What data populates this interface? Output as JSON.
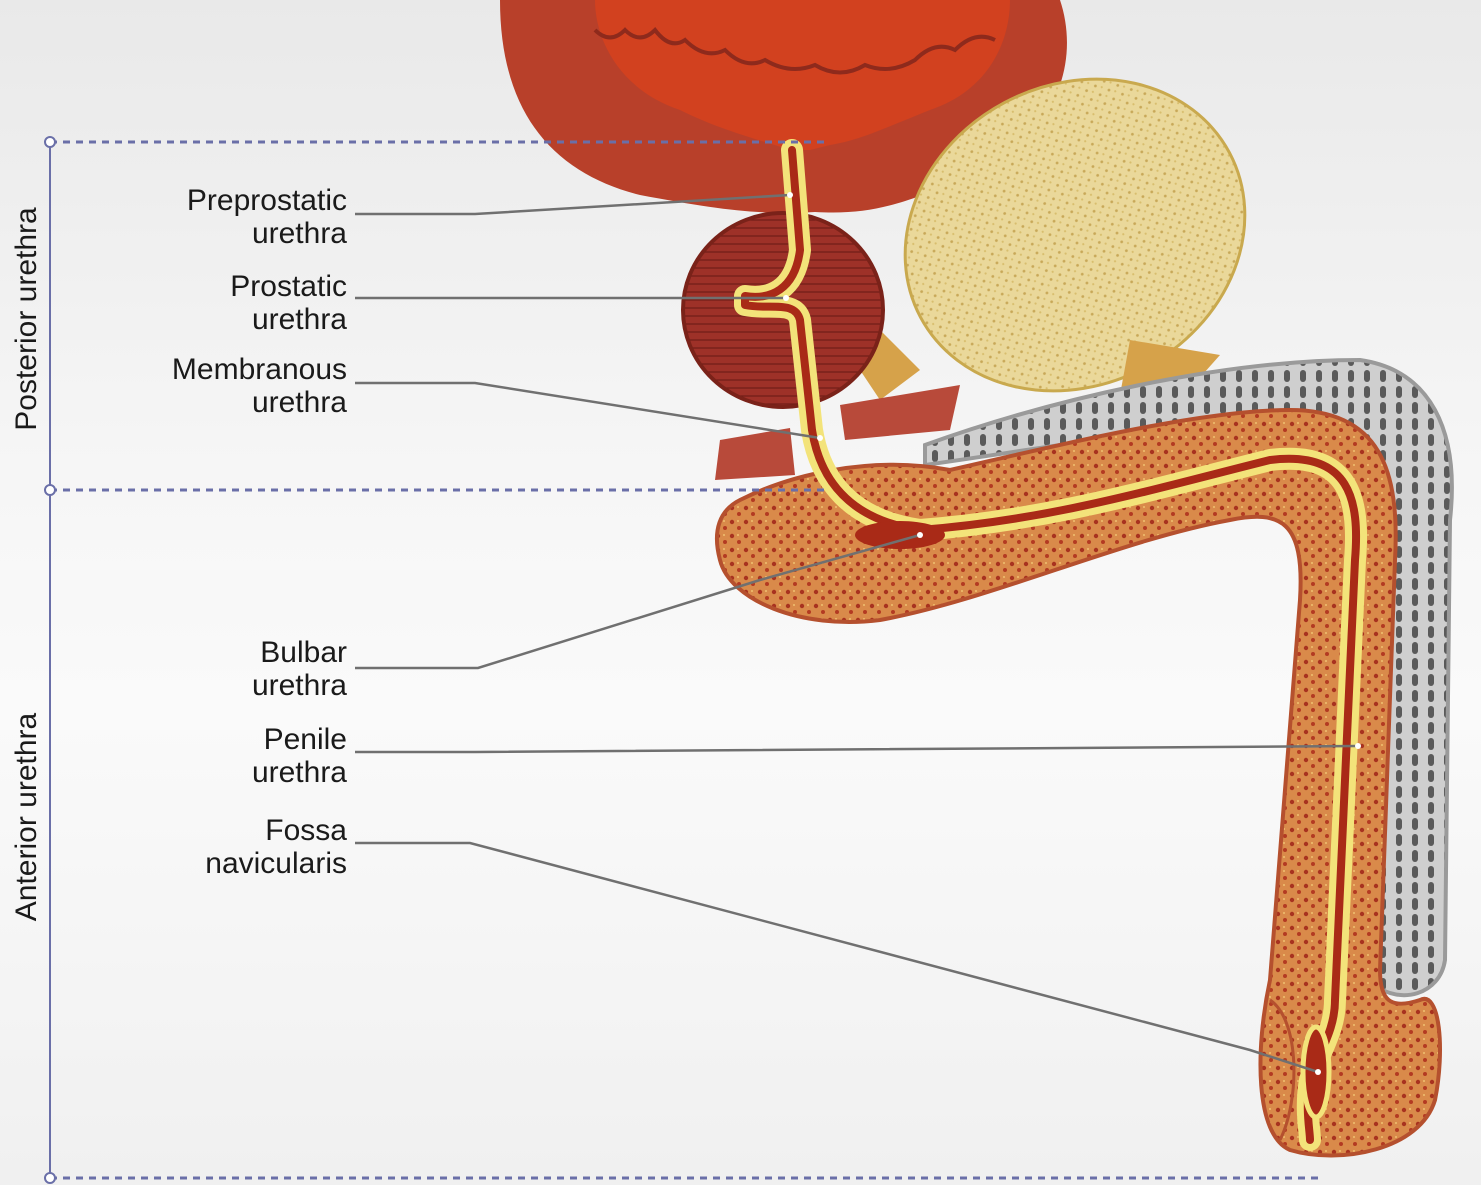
{
  "regions": {
    "posterior": "Posterior urethra",
    "anterior": "Anterior urethra"
  },
  "labels": [
    {
      "id": "preprostatic",
      "line1": "Preprostatic",
      "line2": "urethra"
    },
    {
      "id": "prostatic",
      "line1": "Prostatic",
      "line2": "urethra"
    },
    {
      "id": "membranous",
      "line1": "Membranous",
      "line2": "urethra"
    },
    {
      "id": "bulbar",
      "line1": "Bulbar",
      "line2": "urethra"
    },
    {
      "id": "penile",
      "line1": "Penile",
      "line2": "urethra"
    },
    {
      "id": "fossa",
      "line1": "Fossa",
      "line2": "navicularis"
    }
  ],
  "colors": {
    "bladder_wall": "#b8402a",
    "bladder_lumen": "#d2411f",
    "prostate": "#9e3128",
    "seminal_vesicle": "#e6d08a",
    "spongiosum": "#d98a4a",
    "cavernosum": "#8c8c8c",
    "urethra_lining": "#f3e37a",
    "guide_line": "#6a6fa8"
  }
}
